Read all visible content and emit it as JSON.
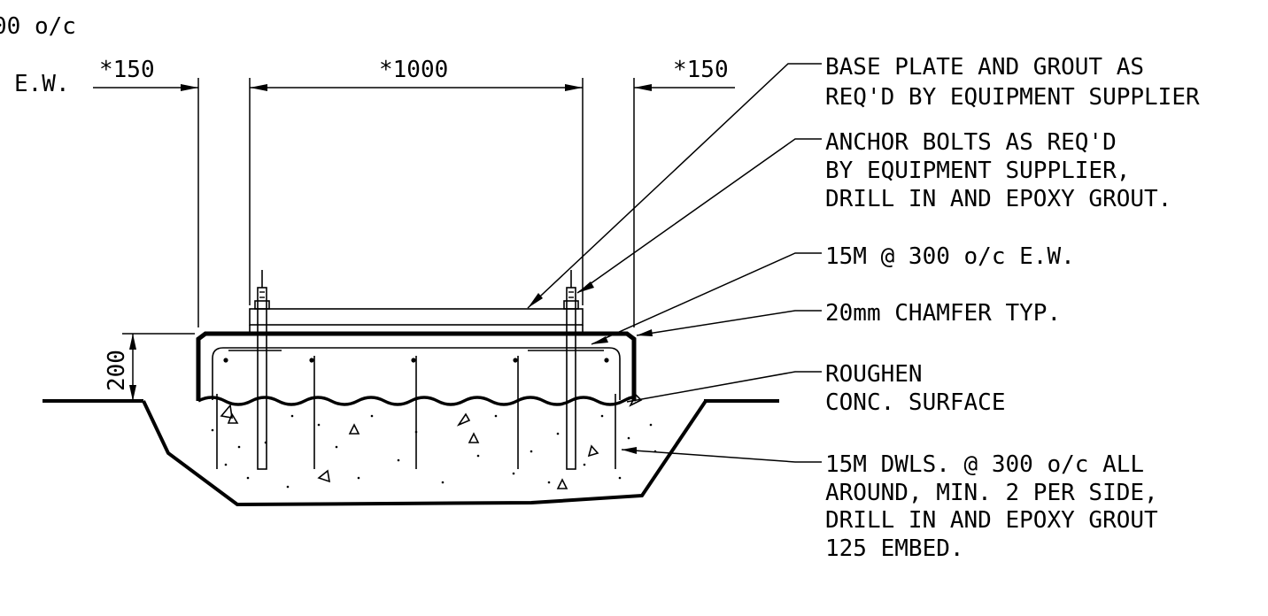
{
  "colors": {
    "line": "#000000",
    "background": "#ffffff"
  },
  "dimensions": {
    "left_overhang": "*150",
    "center_span": "*1000",
    "right_overhang": "*150",
    "height": "200"
  },
  "partial_labels": {
    "top_left": "00 o/c",
    "second_left": "E.W."
  },
  "callouts": {
    "base_plate": [
      "BASE PLATE AND GROUT AS",
      "REQ'D BY EQUIPMENT SUPPLIER"
    ],
    "anchor_bolts": [
      "ANCHOR BOLTS AS REQ'D",
      "BY EQUIPMENT SUPPLIER,",
      "DRILL IN AND EPOXY GROUT."
    ],
    "rebar": [
      "15M @ 300 o/c E.W."
    ],
    "chamfer": [
      "20mm CHAMFER TYP."
    ],
    "roughen": [
      "ROUGHEN",
      "CONC. SURFACE"
    ],
    "dowels": [
      "15M DWLS. @ 300 o/c ALL",
      "AROUND, MIN. 2 PER SIDE,",
      "DRILL IN AND EPOXY GROUT",
      "125 EMBED."
    ]
  }
}
